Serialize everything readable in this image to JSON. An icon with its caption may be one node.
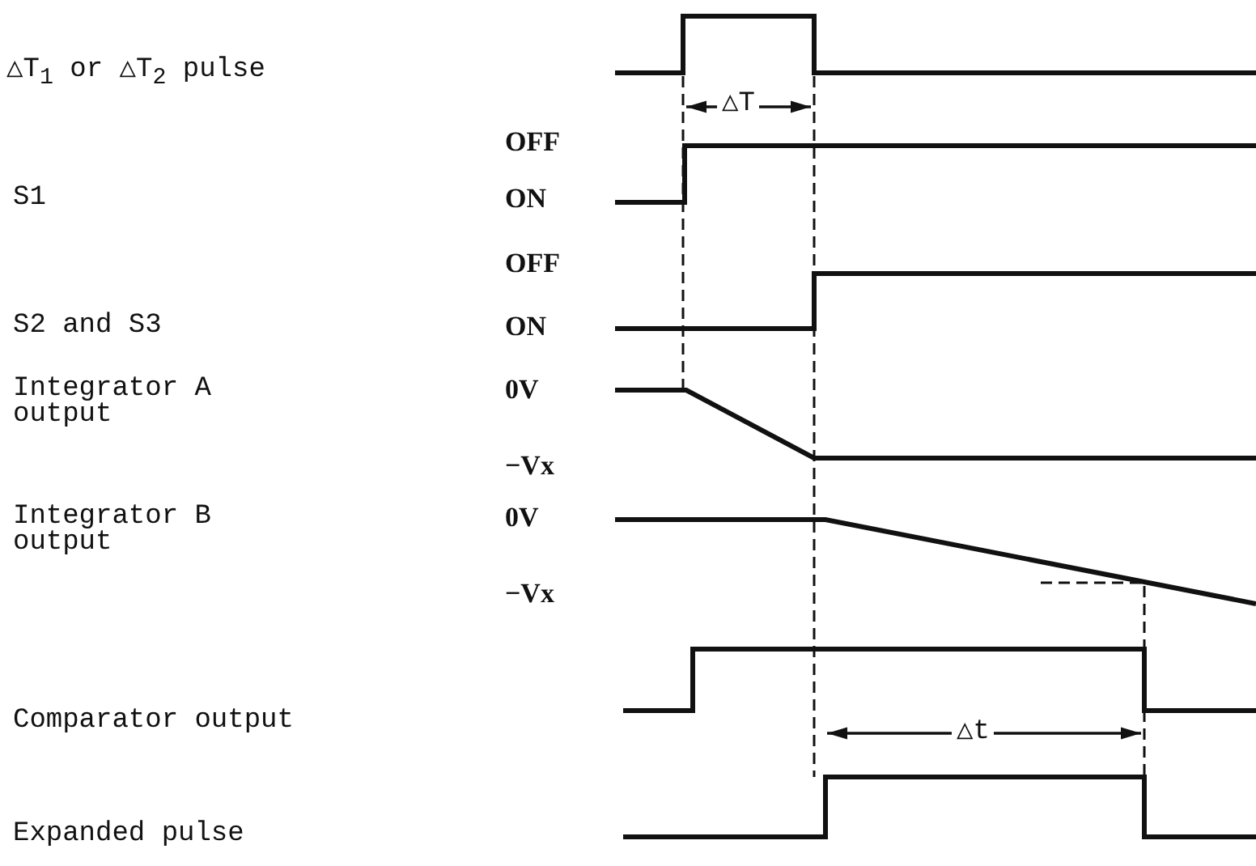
{
  "diagram": {
    "labels": [
      "△T$_{1}$ or △T$_{2}$ pulse",
      "△T",
      "OFF",
      "S1",
      "ON",
      "OFF",
      "S2 and S3",
      "ON",
      "Integrator A output",
      "0V",
      "−Vx",
      "Integrator B output",
      "0V",
      "−Vx",
      "Comparator output",
      "△t",
      "Expanded pulse"
    ]
  }
}
